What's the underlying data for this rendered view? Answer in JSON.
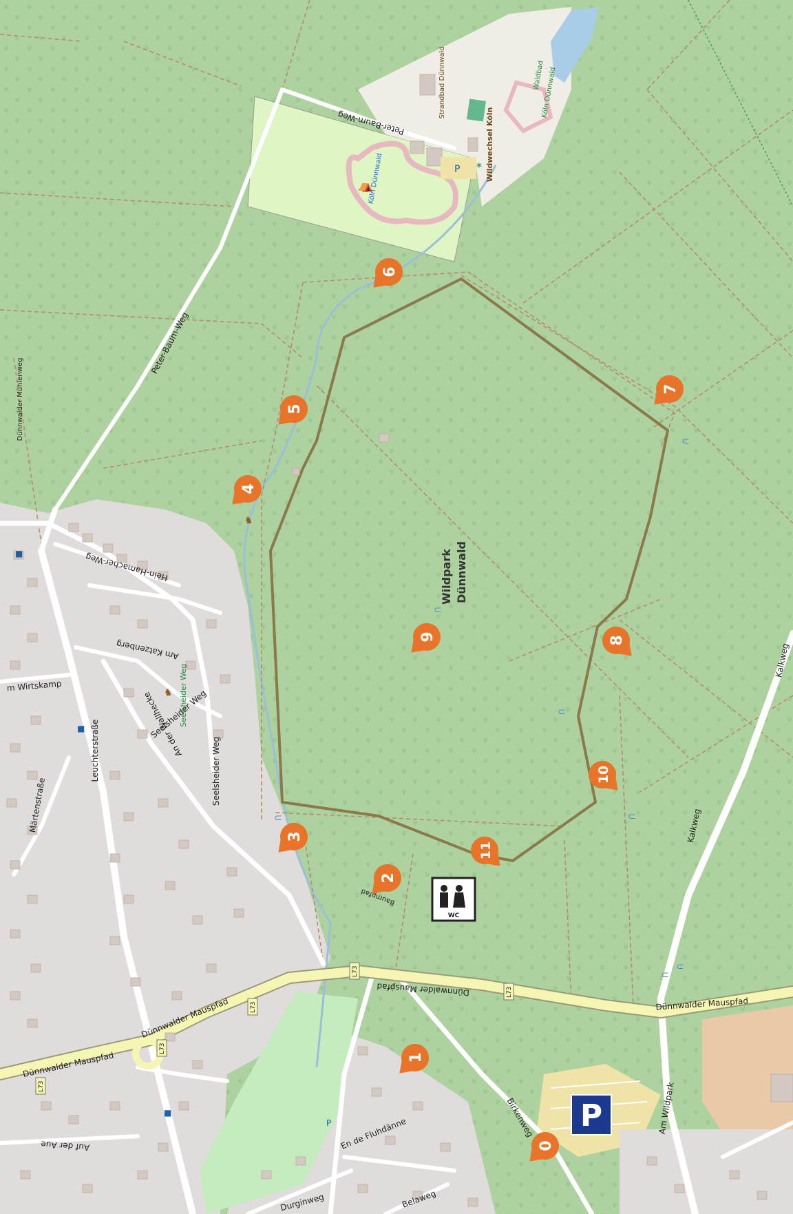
{
  "map": {
    "park_name_line1": "Wildpark",
    "park_name_line2": "Dünnwald",
    "roads": {
      "duennwalder_mauspfad": "Dünnwalder Mauspfad",
      "l73": "L73",
      "kalkweg": "Kalkweg",
      "am_wildpark": "Am Wildpark",
      "birkenweg": "Birkenweg",
      "peter_baum_weg": "Peter-Baum-Weg",
      "leuchterstrasse": "Leuchterstraße",
      "martenstrasse": "Märtenstraße",
      "an_der_wallhecke": "An der Wallhecke",
      "seelsheider_weg": "Seelsheider Weg",
      "am_katzenberg": "Am Katzenberg",
      "hein_hamacher_weg": "Hein-Hamacher-Weg",
      "auf_der_aue": "Auf der Aue",
      "en_de_fluhdanne": "En de Fluhdänne",
      "durginweg": "Durginweg",
      "belaweg": "Belaweg",
      "baumpfad": "Baumpfad",
      "wirtskamp": "m Wirtskamp",
      "muehlenweg": "Dünnwalder Mühlenweg",
      "seelsheider_weg_green": "Seelsheider Weg",
      "koeln_duennwald": "Köln Dünnwald",
      "wildwechsel_koeln": "Wildwechsel Köln",
      "strandbad": "Strandbad Dünnwald",
      "waldbad": "Waldbad",
      "koeln_duennwald_2": "Köln Dünnwald"
    },
    "toilet_label": "WC",
    "parking_label": "P",
    "route_color": "#8a7a4a",
    "marker_color": "#e8742a",
    "markers": [
      {
        "label": "0"
      },
      {
        "label": "1"
      },
      {
        "label": "2"
      },
      {
        "label": "3"
      },
      {
        "label": "4"
      },
      {
        "label": "5"
      },
      {
        "label": "6"
      },
      {
        "label": "7"
      },
      {
        "label": "8"
      },
      {
        "label": "9"
      },
      {
        "label": "10"
      },
      {
        "label": "11"
      }
    ]
  }
}
